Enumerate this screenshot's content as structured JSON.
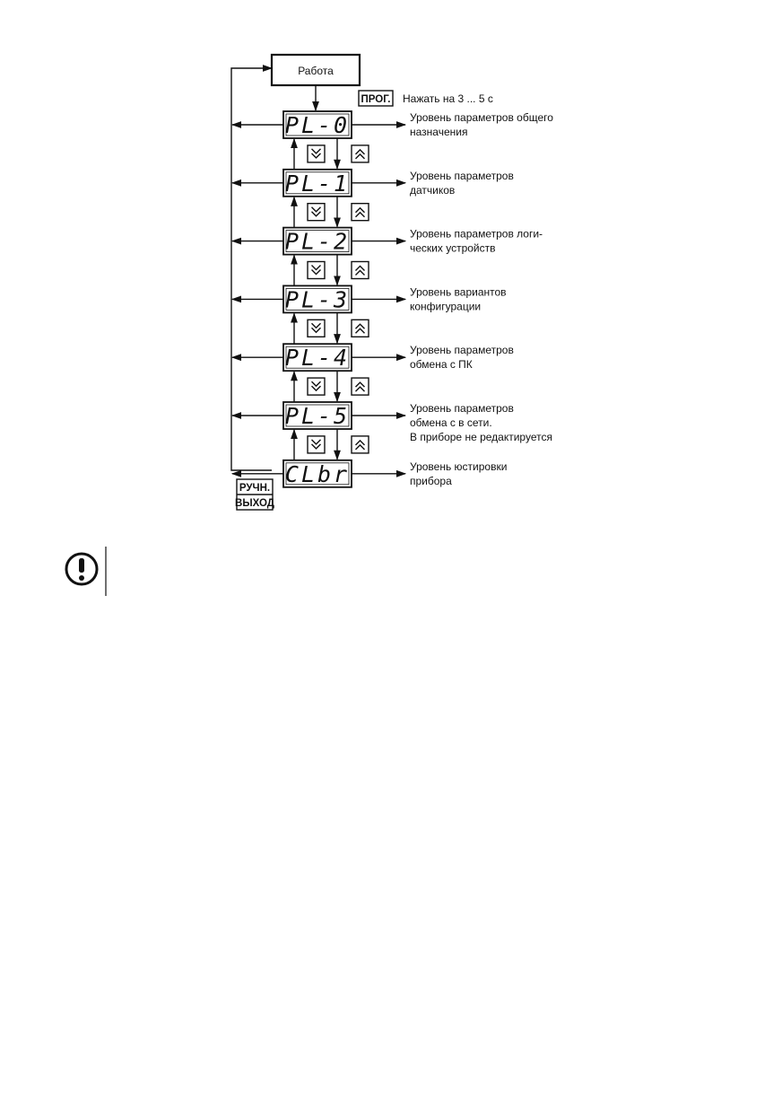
{
  "start": {
    "label": "Работа"
  },
  "prog_button": {
    "label": "ПРОГ."
  },
  "prog_hint": "Нажать на 3 ... 5 с",
  "levels": [
    {
      "display": "PL-0",
      "desc": [
        "Уровень параметров общего",
        "назначения"
      ]
    },
    {
      "display": "PL-1",
      "desc": [
        "Уровень параметров",
        "датчиков"
      ]
    },
    {
      "display": "PL-2",
      "desc": [
        "Уровень параметров логи-",
        "ческих устройств"
      ]
    },
    {
      "display": "PL-3",
      "desc": [
        "Уровень вариантов",
        "конфигурации"
      ]
    },
    {
      "display": "PL-4",
      "desc": [
        "Уровень параметров",
        "обмена с ПК"
      ]
    },
    {
      "display": "PL-5",
      "desc": [
        "Уровень параметров",
        "обмена с в сети.",
        "В приборе не редактируется"
      ]
    },
    {
      "display": "CLbr",
      "desc": [
        "Уровень юстировки",
        "прибора"
      ]
    }
  ],
  "nav_buttons": {
    "down_icon": "double-chevron-down-icon",
    "up_icon": "double-chevron-up-icon"
  },
  "exit_button": {
    "line1": "РУЧН.",
    "line2": "ВЫХОД"
  },
  "note": {
    "icon": "exclamation-circle-icon"
  }
}
